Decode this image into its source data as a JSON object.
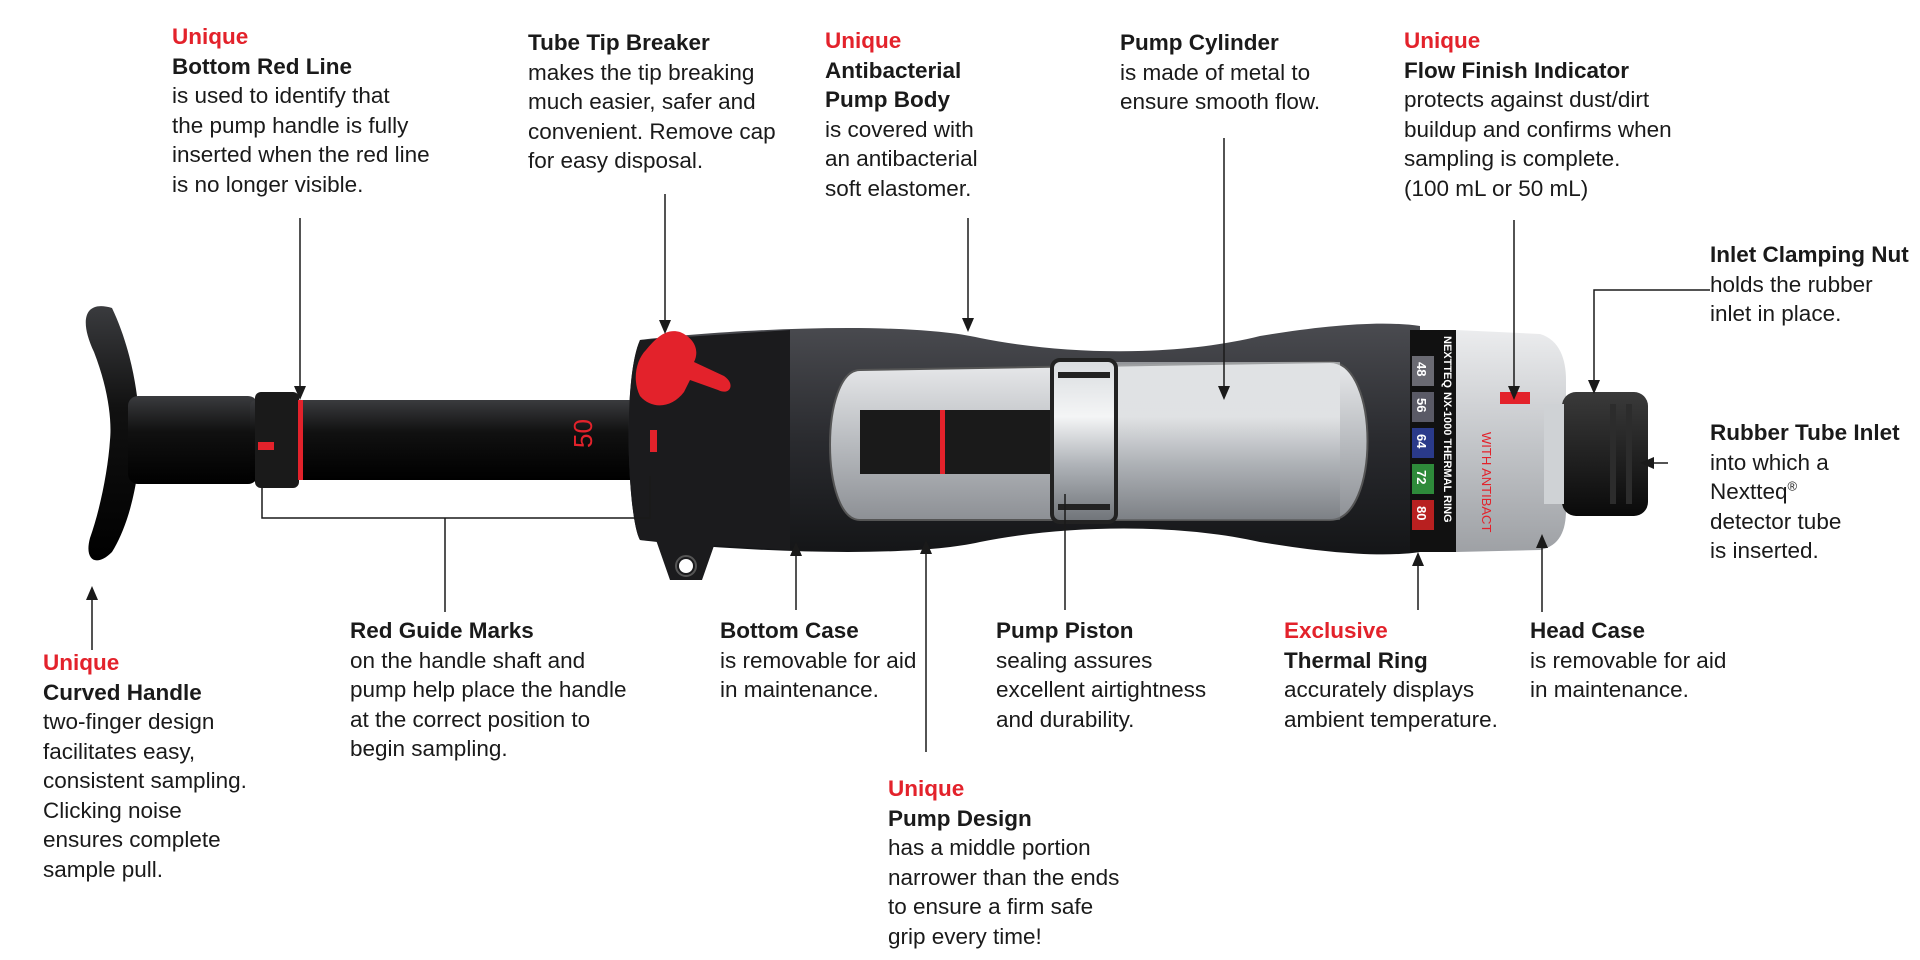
{
  "colors": {
    "accent_red": "#e3222b",
    "text": "#1a1a1a",
    "leader": "#1a1a1a",
    "body_dark": "#2b2c2f",
    "metal": "#c9ccd1"
  },
  "device": {
    "scale_mark": "50",
    "thermal_brand": "NEXTTEQ",
    "thermal_model": "NX-1000 THERMAL RING",
    "thermal_values": [
      "48",
      "56",
      "64",
      "72",
      "80"
    ],
    "head_label": "WITH ANTIBACT"
  },
  "callouts": {
    "bottom_red_line": {
      "tag": "Unique",
      "title": "Bottom Red Line",
      "lines": [
        "is used to identify that",
        "the pump handle is fully",
        "inserted when the red line",
        "is no longer visible."
      ]
    },
    "tube_tip_breaker": {
      "tag": "",
      "title": "Tube Tip Breaker",
      "lines": [
        "makes the tip breaking",
        "much easier, safer and",
        "convenient. Remove cap",
        "for easy disposal."
      ]
    },
    "antibacterial_body": {
      "tag": "Unique",
      "title": "Antibacterial",
      "title2": "Pump Body",
      "lines": [
        "is covered with",
        "an antibacterial",
        "soft elastomer."
      ]
    },
    "pump_cylinder": {
      "tag": "",
      "title": "Pump Cylinder",
      "lines": [
        "is made of metal to",
        "ensure smooth flow."
      ]
    },
    "flow_finish": {
      "tag": "Unique",
      "title": "Flow Finish Indicator",
      "lines": [
        "protects against dust/dirt",
        "buildup and confirms when",
        "sampling is complete.",
        "(100 mL or 50 mL)"
      ]
    },
    "inlet_nut": {
      "tag": "",
      "title": "Inlet Clamping Nut",
      "lines": [
        "holds the rubber",
        "inlet in place."
      ]
    },
    "rubber_inlet": {
      "tag": "",
      "title": "Rubber Tube Inlet",
      "lines": [
        "into which a"
      ],
      "brand": "Nextteq",
      "reg": "®",
      "lines_after": [
        "detector tube",
        "is inserted."
      ]
    },
    "curved_handle": {
      "tag": "Unique",
      "title": "Curved Handle",
      "lines": [
        "two-finger design",
        "facilitates easy,",
        "consistent sampling.",
        "Clicking noise",
        "ensures complete",
        "sample pull."
      ]
    },
    "red_guide_marks": {
      "tag": "",
      "title": "Red Guide Marks",
      "lines": [
        "on the handle shaft and",
        "pump help place the handle",
        "at the correct position to",
        "begin sampling."
      ]
    },
    "bottom_case": {
      "tag": "",
      "title": "Bottom Case",
      "lines": [
        "is removable for aid",
        "in maintenance."
      ]
    },
    "pump_piston": {
      "tag": "",
      "title": "Pump Piston",
      "lines": [
        "sealing assures",
        "excellent airtightness",
        "and durability."
      ]
    },
    "pump_design": {
      "tag": "Unique",
      "title": "Pump Design",
      "lines": [
        "has a middle portion",
        "narrower than the ends",
        "to ensure a firm safe",
        "grip every time!"
      ]
    },
    "thermal_ring": {
      "tag": "Exclusive",
      "title": "Thermal Ring",
      "lines": [
        "accurately displays",
        "ambient temperature."
      ]
    },
    "head_case": {
      "tag": "",
      "title": "Head Case",
      "lines": [
        "is removable for aid",
        "in maintenance."
      ]
    }
  }
}
